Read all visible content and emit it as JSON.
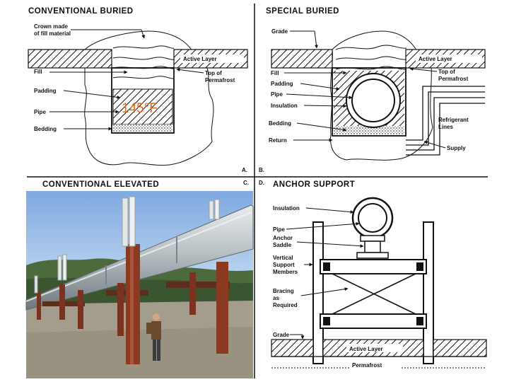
{
  "panels": {
    "a": {
      "title": "CONVENTIONAL BURIED",
      "labels": {
        "crown_1": "Crown made",
        "crown_2": "of fill material",
        "active_layer": "Active Layer",
        "fill": "Fill",
        "top_1": "Top of",
        "top_2": "Permafrost",
        "padding": "Padding",
        "pipe": "Pipe",
        "bedding": "Bedding"
      },
      "temperature": "145°F",
      "letter": "A."
    },
    "b": {
      "title": "SPECIAL BURIED",
      "labels": {
        "grade": "Grade",
        "active_layer": "Active Layer",
        "top_1": "Top of",
        "top_2": "Permafrost",
        "fill": "Fill",
        "padding": "Padding",
        "pipe": "Pipe",
        "insulation": "Insulation",
        "refrigerant_1": "Refrigerant",
        "refrigerant_2": "Lines",
        "bedding": "Bedding",
        "return": "Return",
        "supply": "Supply"
      },
      "letter": "B."
    },
    "c": {
      "title": "CONVENTIONAL ELEVATED",
      "letter": "C."
    },
    "d": {
      "title": "ANCHOR SUPPORT",
      "letter": "D.",
      "labels": {
        "insulation": "Insulation",
        "pipe": "Pipe",
        "anchor_1": "Anchor",
        "anchor_2": "Saddle",
        "vertical_1": "Vertical",
        "vertical_2": "Support",
        "vertical_3": "Members",
        "bracing_1": "Bracing",
        "bracing_2": "as",
        "bracing_3": "Required",
        "grade": "Grade",
        "active_layer": "Active Layer",
        "permafrost": "Permafrost"
      }
    }
  },
  "colors": {
    "ink": "#111111",
    "temperature": "#e06a1c",
    "photo_sky": "#8fb8e8",
    "pipeline": "#b8c0c4",
    "supports": "#8a3a22"
  }
}
